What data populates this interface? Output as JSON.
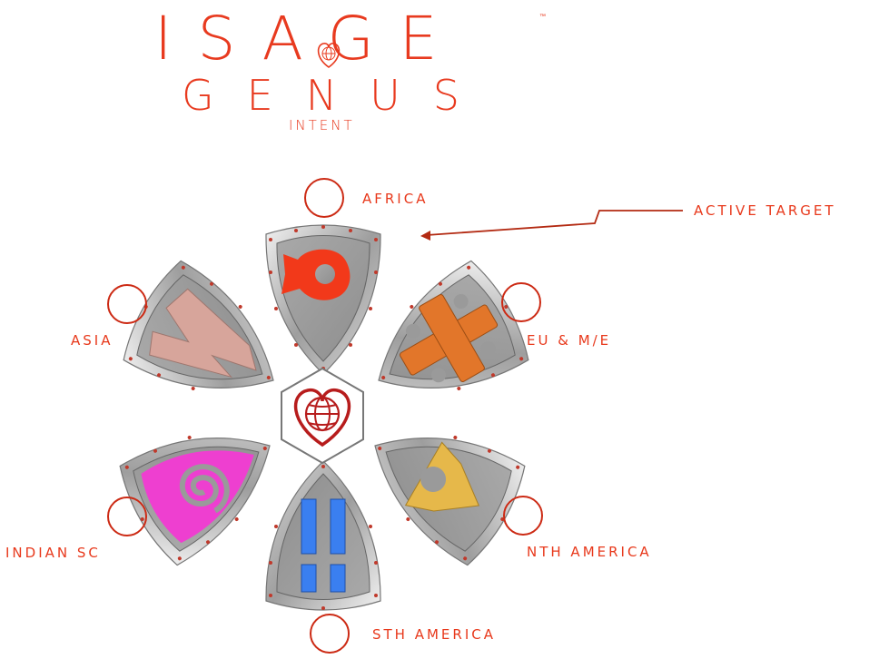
{
  "logo": {
    "line1": "ISAGE",
    "tm": "™",
    "line2": "GENUS",
    "tagline": "INTENT"
  },
  "annotation": {
    "label": "ACTIVE TARGET"
  },
  "regions": [
    {
      "key": "africa",
      "label": "AFRICA",
      "color": "#f2391a"
    },
    {
      "key": "eu_me",
      "label": "EU & M/E",
      "color": "#e2762a"
    },
    {
      "key": "nth_america",
      "label": "NTH AMERICA",
      "color": "#e6b84a"
    },
    {
      "key": "sth_america",
      "label": "STH AMERICA",
      "color": "#3a7ff0"
    },
    {
      "key": "indian_sc",
      "label": "INDIAN SC",
      "color": "#ee3fd0"
    },
    {
      "key": "asia",
      "label": "ASIA",
      "color": "#d7a59b"
    }
  ],
  "center": {
    "icon": "heart-globe-icon"
  },
  "colors": {
    "accent": "#e8391c",
    "shield_body": "#9a9a9a",
    "shield_border": "#c9c9c9",
    "rivet": "#c0392b"
  }
}
